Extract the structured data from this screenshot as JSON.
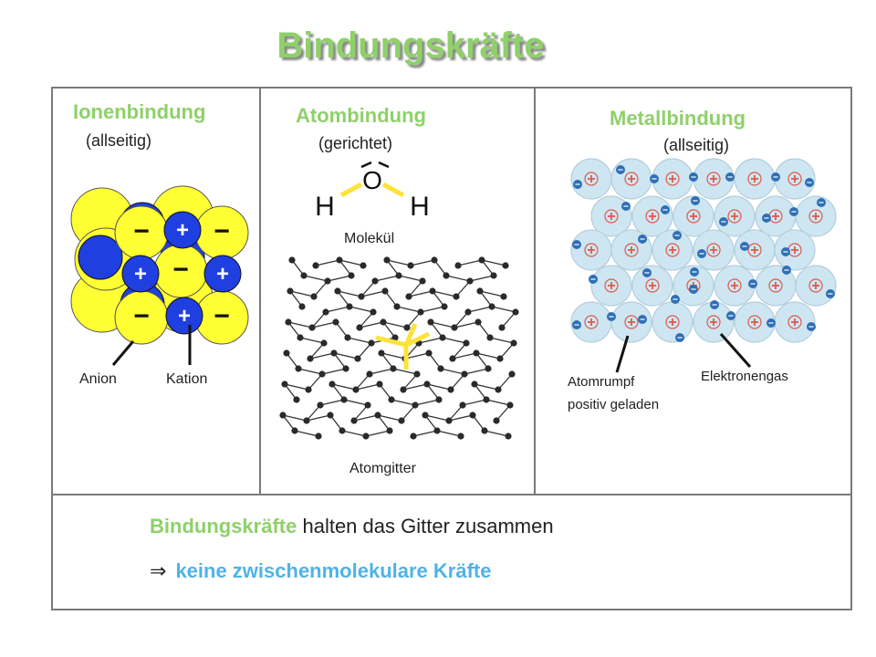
{
  "title": "Bindungskräfte",
  "columns": [
    {
      "title": "Ionenbindung",
      "subtitle": "(allseitig)",
      "labels": [
        "Anion",
        "Kation"
      ]
    },
    {
      "title": "Atombindung",
      "subtitle": "(gerichtet)",
      "molecule": {
        "atoms": [
          "O",
          "H",
          "H"
        ],
        "label": "Molekül"
      },
      "lattice_label": "Atomgitter"
    },
    {
      "title": "Metallbindung",
      "subtitle": "(allseitig)",
      "labels": [
        "Atomrumpf",
        "positiv geladen",
        "Elektronengas"
      ]
    }
  ],
  "ion_symbols": {
    "anion": "−",
    "cation": "+"
  },
  "summary": {
    "line1_highlight": "Bindungskräfte",
    "line1_rest": " halten das Gitter zusammen",
    "arrow": "⇒",
    "line2": "keine zwischenmolekulare Kräfte"
  },
  "colors": {
    "title_green": "#8fd06a",
    "line2_blue": "#4fb3e8",
    "anion_yellow": "#ffff33",
    "cation_blue": "#1f3fe0",
    "metal_ion": "#cde6f2"
  }
}
